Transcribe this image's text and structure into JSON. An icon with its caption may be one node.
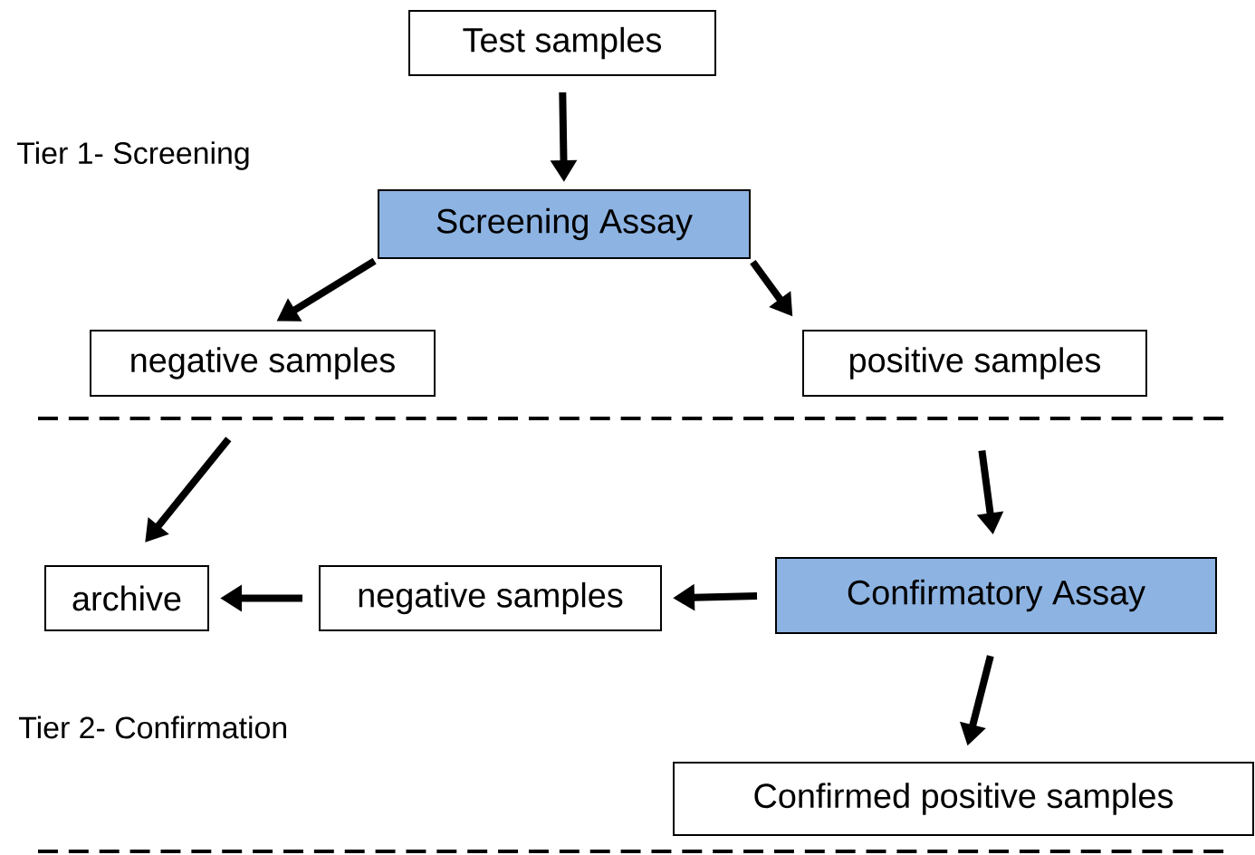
{
  "diagram": {
    "nodes": [
      {
        "text": [
          "Test samples"
        ]
      },
      {
        "text": [
          "Screening Assay"
        ]
      },
      {
        "text": [
          "negative samples"
        ]
      },
      {
        "text": [
          "positive samples"
        ]
      },
      {
        "text": [
          "archive"
        ]
      },
      {
        "text": [
          "negative samples"
        ]
      },
      {
        "text": [
          "Confirmatory Assay"
        ]
      },
      {
        "text": [
          "Confirmed positive samples"
        ]
      }
    ],
    "edges": [
      {
        "from": 0,
        "to": 1,
        "arrow": "to"
      },
      {
        "from": 1,
        "to": 2,
        "arrow": "to"
      },
      {
        "from": 1,
        "to": 3,
        "arrow": "to"
      },
      {
        "from": 2,
        "to": 4,
        "arrow": "to"
      },
      {
        "from": 3,
        "to": 6,
        "arrow": "to"
      },
      {
        "from": 6,
        "to": 5,
        "arrow": "to"
      },
      {
        "from": 5,
        "to": 4,
        "arrow": "to"
      },
      {
        "from": 6,
        "to": 7,
        "arrow": "to"
      }
    ],
    "labels": [
      "Tier 1- Screening",
      "Tier 2- Confirmation"
    ]
  }
}
